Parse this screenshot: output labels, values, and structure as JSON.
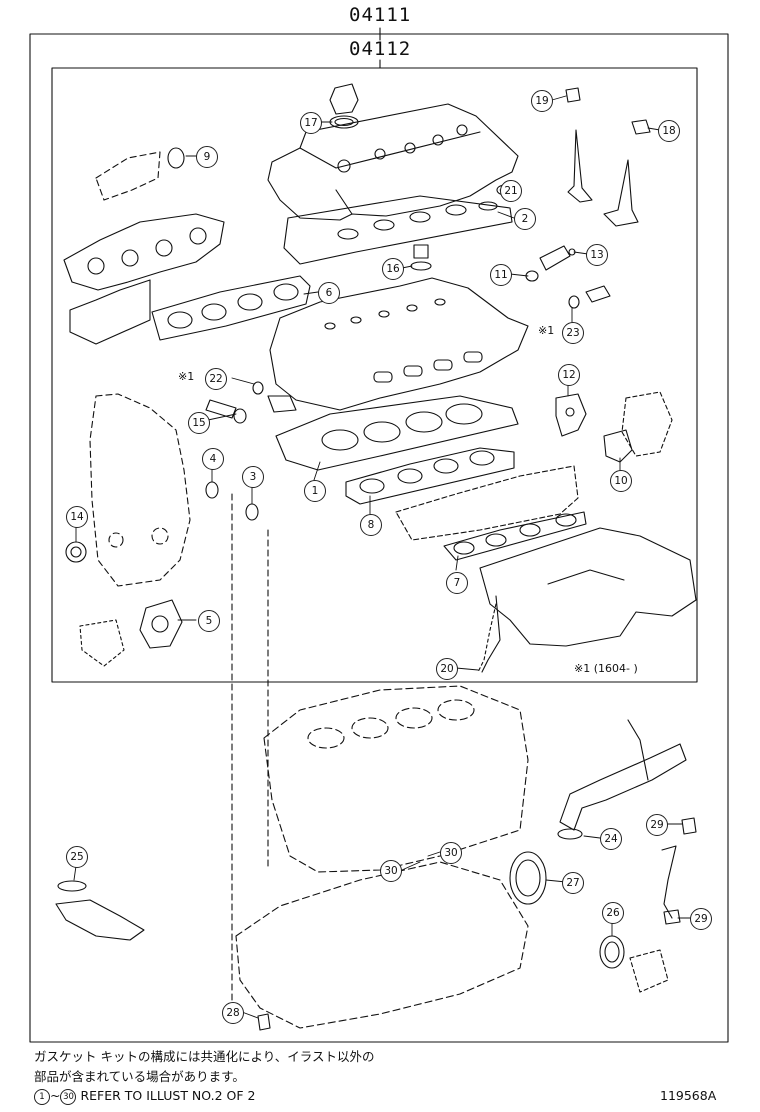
{
  "header": {
    "outer_kit_code": "04111",
    "inner_kit_code": "04112"
  },
  "callouts": [
    {
      "id": "17",
      "label": "17"
    },
    {
      "id": "9",
      "label": "9"
    },
    {
      "id": "19",
      "label": "19"
    },
    {
      "id": "18",
      "label": "18"
    },
    {
      "id": "21",
      "label": "21"
    },
    {
      "id": "2",
      "label": "2"
    },
    {
      "id": "16",
      "label": "16"
    },
    {
      "id": "11",
      "label": "11"
    },
    {
      "id": "13",
      "label": "13"
    },
    {
      "id": "6",
      "label": "6"
    },
    {
      "id": "23",
      "label": "23"
    },
    {
      "id": "22",
      "label": "22"
    },
    {
      "id": "12",
      "label": "12"
    },
    {
      "id": "15",
      "label": "15"
    },
    {
      "id": "4",
      "label": "4"
    },
    {
      "id": "3",
      "label": "3"
    },
    {
      "id": "1",
      "label": "1"
    },
    {
      "id": "10",
      "label": "10"
    },
    {
      "id": "14",
      "label": "14"
    },
    {
      "id": "8",
      "label": "8"
    },
    {
      "id": "7",
      "label": "7"
    },
    {
      "id": "5",
      "label": "5"
    },
    {
      "id": "20",
      "label": "20"
    },
    {
      "id": "24",
      "label": "24"
    },
    {
      "id": "29a",
      "label": "29"
    },
    {
      "id": "30a",
      "label": "30"
    },
    {
      "id": "30b",
      "label": "30"
    },
    {
      "id": "25",
      "label": "25"
    },
    {
      "id": "27",
      "label": "27"
    },
    {
      "id": "26",
      "label": "26"
    },
    {
      "id": "29b",
      "label": "29"
    },
    {
      "id": "28",
      "label": "28"
    }
  ],
  "notes": {
    "mark_23": "※1",
    "mark_22": "※1",
    "range_note": "※1 (1604-      )"
  },
  "footer": {
    "japanese_line1": "ガスケット キットの構成には共通化により、イラスト以外の",
    "japanese_line2": "部品が含まれている場合があります。",
    "ref_start": "1",
    "ref_tilde": "~",
    "ref_end": "30",
    "ref_text": "REFER TO ILLUST NO.2 OF 2",
    "illustration_number": "119568A"
  }
}
